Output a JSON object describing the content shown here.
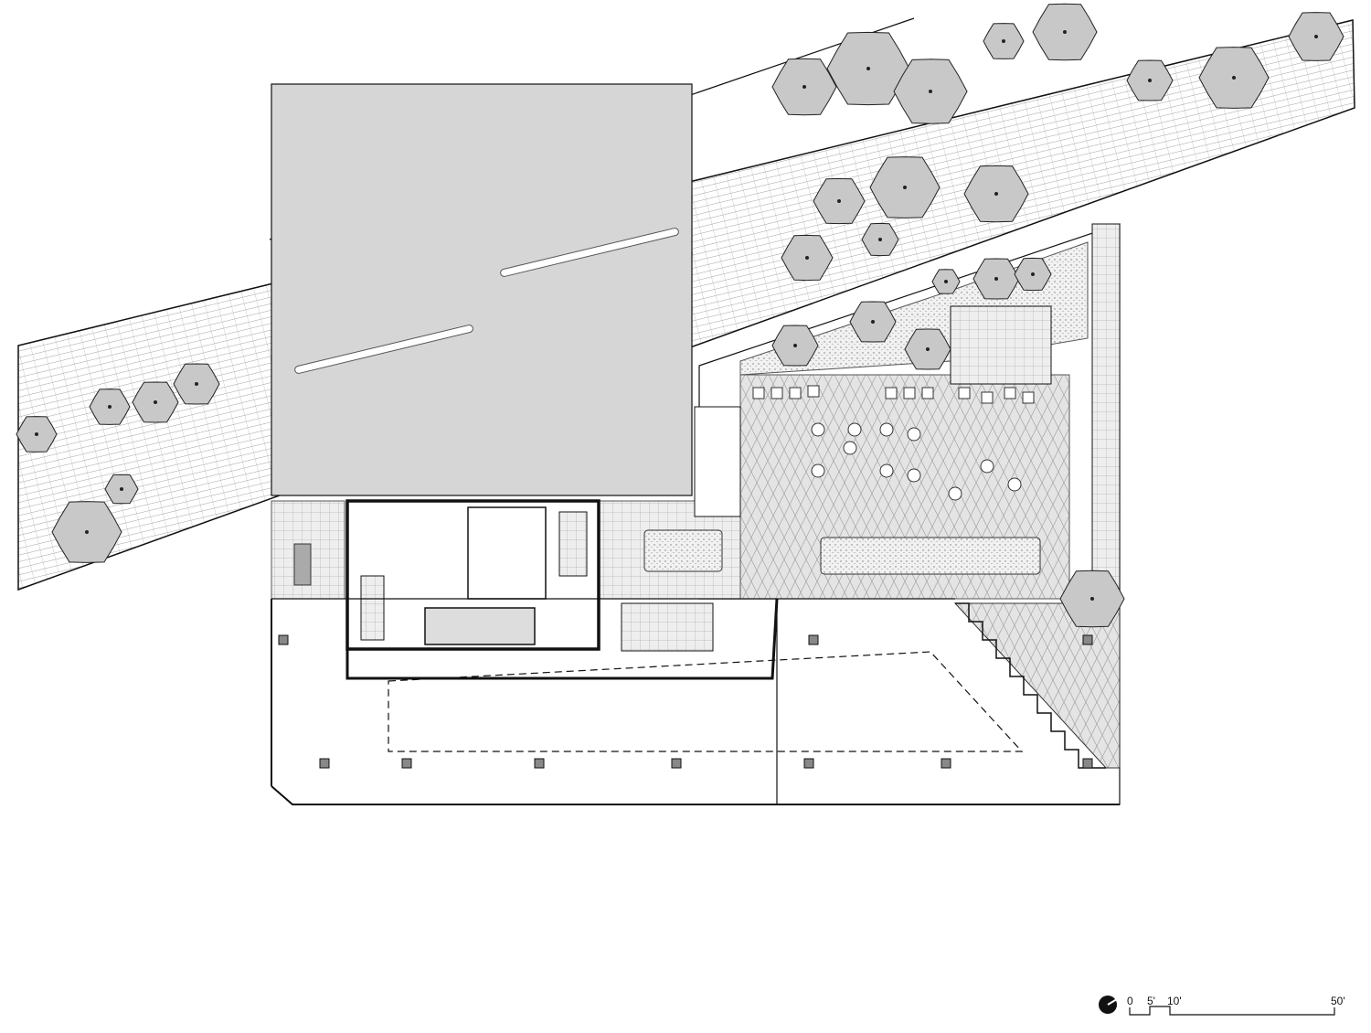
{
  "scale_bar": {
    "labels": [
      "0",
      "5'",
      "10'",
      "50'"
    ],
    "north_arrow": "north-arrow-icon"
  },
  "colors": {
    "line": "#111111",
    "fill_gray": "#d6d6d6",
    "tree_fill": "#c8c8c8",
    "background": "#ffffff"
  }
}
